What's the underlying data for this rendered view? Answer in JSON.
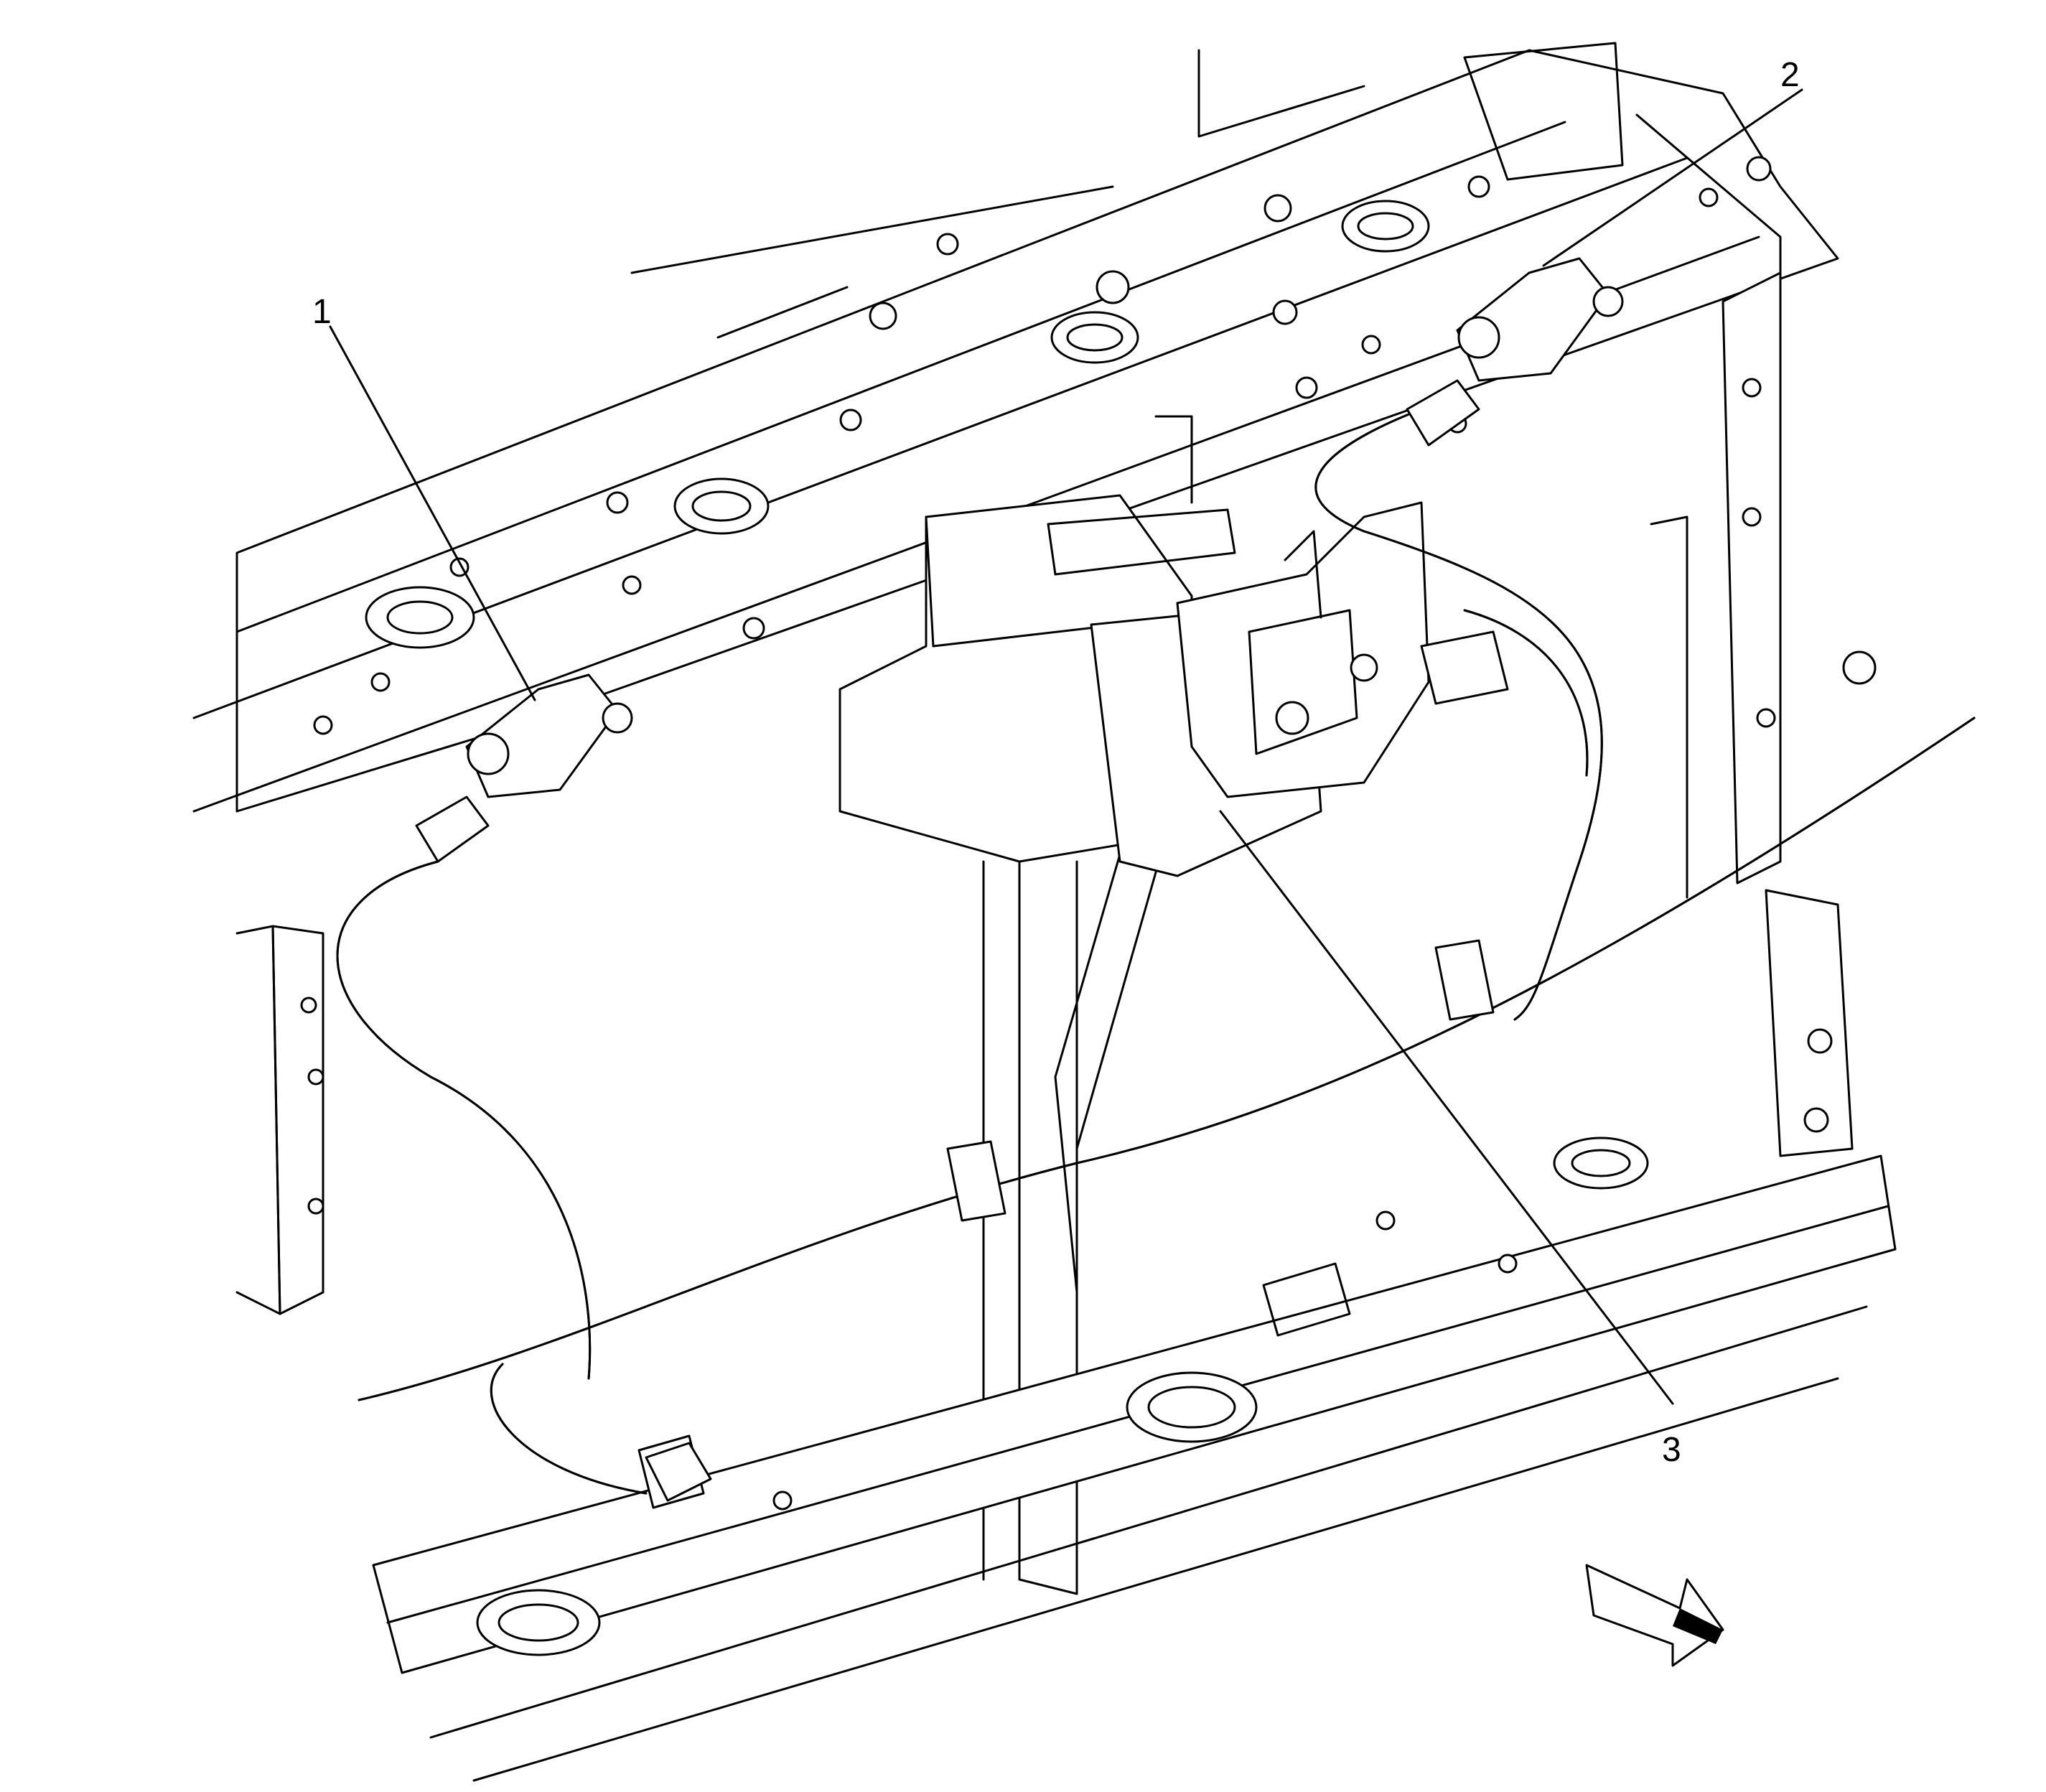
{
  "callouts": [
    {
      "id": "1",
      "label": "1"
    },
    {
      "id": "2",
      "label": "2"
    },
    {
      "id": "3",
      "label": "3"
    }
  ],
  "colors": {
    "line": "#000000",
    "background": "#ffffff"
  },
  "icons": [
    "direction-arrow-icon"
  ]
}
